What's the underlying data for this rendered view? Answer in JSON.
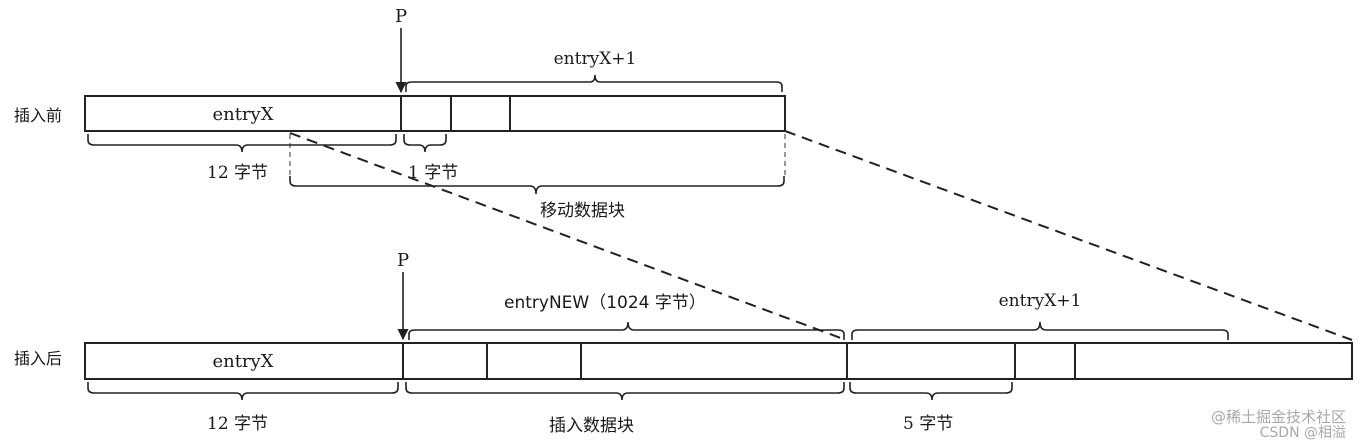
{
  "before": {
    "row_label": "插入前",
    "pointer_label": "P",
    "entryX_label": "entryX",
    "next_entry_label": "entryX+1",
    "size_12_label": "12 字节",
    "size_1_label": "1 字节",
    "move_block_label": "移动数据块"
  },
  "after": {
    "row_label": "插入后",
    "pointer_label": "P",
    "entryX_label": "entryX",
    "new_entry_label": "entryNEW（1024 字节）",
    "next_entry_label": "entryX+1",
    "size_12_label": "12 字节",
    "insert_block_label": "插入数据块",
    "size_5_label": "5 字节"
  },
  "watermark": {
    "line1": "@稀土掘金技术社区",
    "line2": "CSDN @相溢"
  }
}
